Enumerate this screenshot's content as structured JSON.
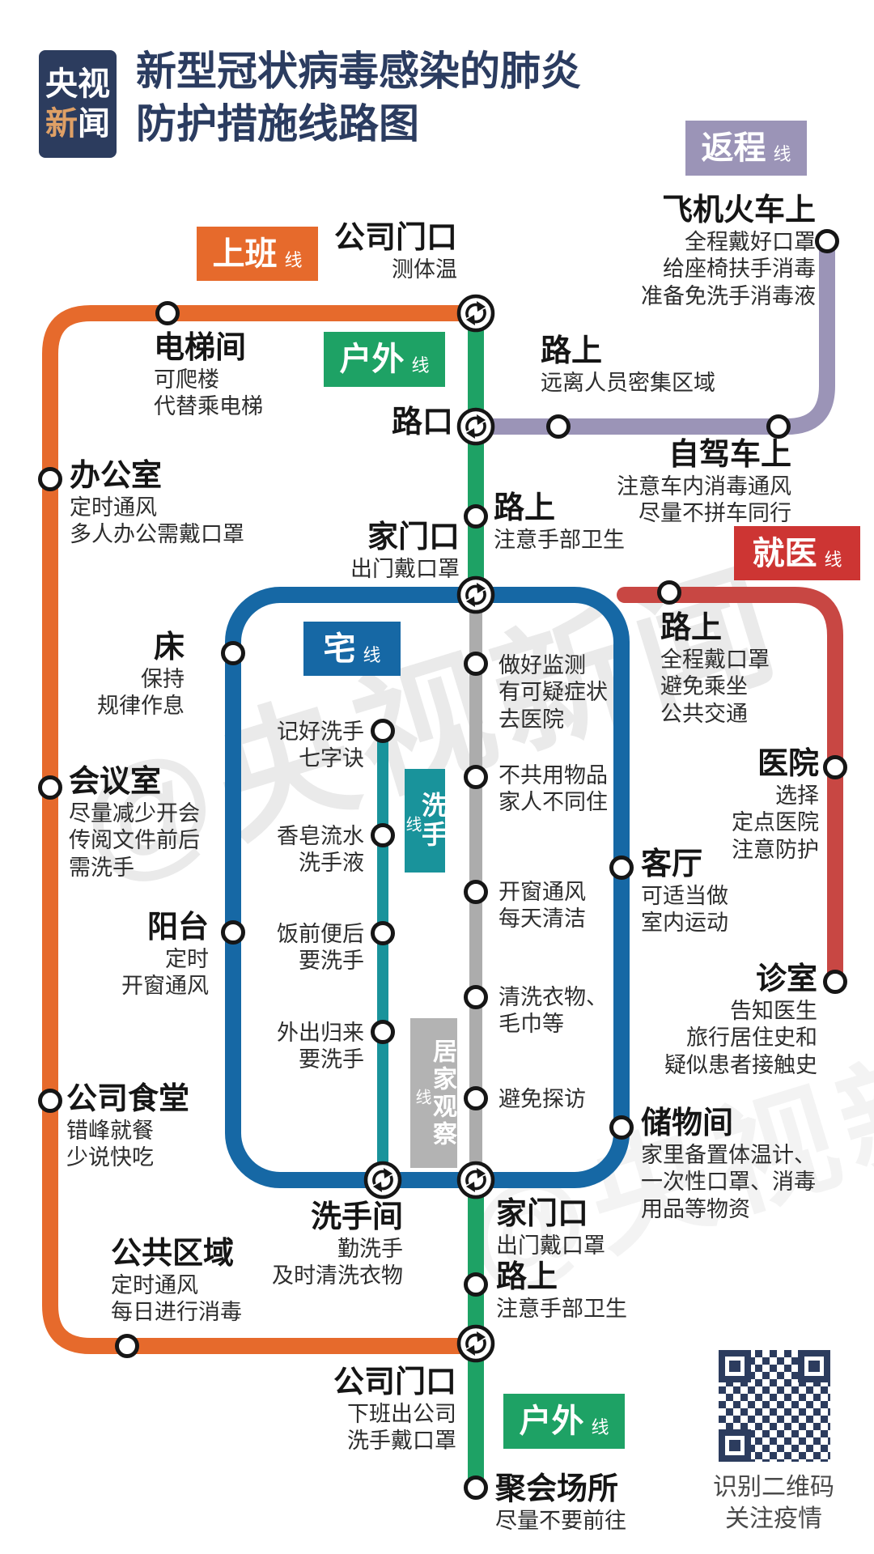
{
  "header": {
    "logo_line1": "央视",
    "logo_accent_char": "新",
    "logo_char2": "闻",
    "title_line1": "新型冠状病毒感染的肺炎",
    "title_line2": "防护措施线路图"
  },
  "badges": {
    "shangban": {
      "label": "上班",
      "suffix": "线"
    },
    "fancheng": {
      "label": "返程",
      "suffix": "线"
    },
    "huwai_top": {
      "label": "户外",
      "suffix": "线"
    },
    "jiuyi": {
      "label": "就医",
      "suffix": "线"
    },
    "zhai": {
      "label": "宅",
      "suffix": "线"
    },
    "xishou": {
      "label": "洗手",
      "suffix": "线"
    },
    "jujia": {
      "label": "居家观察",
      "suffix": "线"
    },
    "huwai_bottom": {
      "label": "户外",
      "suffix": "线"
    }
  },
  "stations": {
    "company_gate_top": {
      "name": "公司门口",
      "tips": [
        "测体温"
      ]
    },
    "elevator": {
      "name": "电梯间",
      "tips": [
        "可爬楼",
        "代替乘电梯"
      ]
    },
    "office": {
      "name": "办公室",
      "tips": [
        "定时通风",
        "多人办公需戴口罩"
      ]
    },
    "meeting_room": {
      "name": "会议室",
      "tips": [
        "尽量减少开会",
        "传阅文件前后",
        "需洗手"
      ]
    },
    "canteen": {
      "name": "公司食堂",
      "tips": [
        "错峰就餐",
        "少说快吃"
      ]
    },
    "public_area": {
      "name": "公共区域",
      "tips": [
        "定时通风",
        "每日进行消毒"
      ]
    },
    "crossroads": {
      "name": "路口",
      "tips": []
    },
    "road_outdoor_top": {
      "name": "路上",
      "tips": [
        "注意手部卫生"
      ]
    },
    "home_gate_top": {
      "name": "家门口",
      "tips": [
        "出门戴口罩"
      ]
    },
    "plane_train": {
      "name": "飞机火车上",
      "tips": [
        "全程戴好口罩",
        "给座椅扶手消毒",
        "准备免洗手消毒液"
      ]
    },
    "road_return": {
      "name": "路上",
      "tips": [
        "远离人员密集区域"
      ]
    },
    "self_drive": {
      "name": "自驾车上",
      "tips": [
        "注意车内消毒通风",
        "尽量不拼车同行"
      ]
    },
    "road_hospital": {
      "name": "路上",
      "tips": [
        "全程戴口罩",
        "避免乘坐",
        "公共交通"
      ]
    },
    "hospital": {
      "name": "医院",
      "tips": [
        "选择",
        "定点医院",
        "注意防护"
      ]
    },
    "clinic": {
      "name": "诊室",
      "tips": [
        "告知医生",
        "旅行居住史和",
        "疑似患者接触史"
      ]
    },
    "bed": {
      "name": "床",
      "tips": [
        "保持",
        "规律作息"
      ]
    },
    "balcony": {
      "name": "阳台",
      "tips": [
        "定时",
        "开窗通风"
      ]
    },
    "living_room": {
      "name": "客厅",
      "tips": [
        "可适当做",
        "室内运动"
      ]
    },
    "storage": {
      "name": "储物间",
      "tips": [
        "家里备置体温计、",
        "一次性口罩、消毒",
        "用品等物资"
      ]
    },
    "monitor": {
      "tips": [
        "做好监测",
        "有可疑症状",
        "去医院"
      ]
    },
    "no_share": {
      "tips": [
        "不共用物品",
        "家人不同住"
      ]
    },
    "window_vent": {
      "tips": [
        "开窗通风",
        "每天清洁"
      ]
    },
    "wash_clothes": {
      "tips": [
        "清洗衣物、",
        "毛巾等"
      ]
    },
    "no_visit": {
      "tips": [
        "避免探访"
      ]
    },
    "remember_wash": {
      "tips": [
        "记好洗手",
        "七字诀"
      ]
    },
    "soap": {
      "tips": [
        "香皂流水",
        "洗手液"
      ]
    },
    "before_meal": {
      "tips": [
        "饭前便后",
        "要洗手"
      ]
    },
    "back_home": {
      "tips": [
        "外出归来",
        "要洗手"
      ]
    },
    "washroom": {
      "name": "洗手间",
      "tips": [
        "勤洗手",
        "及时清洗衣物"
      ]
    },
    "home_gate_bottom": {
      "name": "家门口",
      "tips": [
        "出门戴口罩"
      ]
    },
    "road_outdoor_bottom": {
      "name": "路上",
      "tips": [
        "注意手部卫生"
      ]
    },
    "company_gate_bottom": {
      "name": "公司门口",
      "tips": [
        "下班出公司",
        "洗手戴口罩"
      ]
    },
    "gathering": {
      "name": "聚会场所",
      "tips": [
        "尽量不要前往"
      ]
    }
  },
  "watermark": "@央视新闻",
  "qr": {
    "caption_line1": "识别二维码",
    "caption_line2": "关注疫情"
  },
  "colors": {
    "shangban_orange": "#E66A2C",
    "huwai_green": "#1EA265",
    "fancheng_purple": "#9B94B7",
    "jiuyi_red_line": "#C84743",
    "jiuyi_red_badge": "#CD3533",
    "zhai_blue": "#1668A5",
    "xishou_teal": "#19939B",
    "jujia_gray": "#ACACAC",
    "brand_navy": "#2C3C5E",
    "logo_accent_orange": "#DFA066"
  }
}
